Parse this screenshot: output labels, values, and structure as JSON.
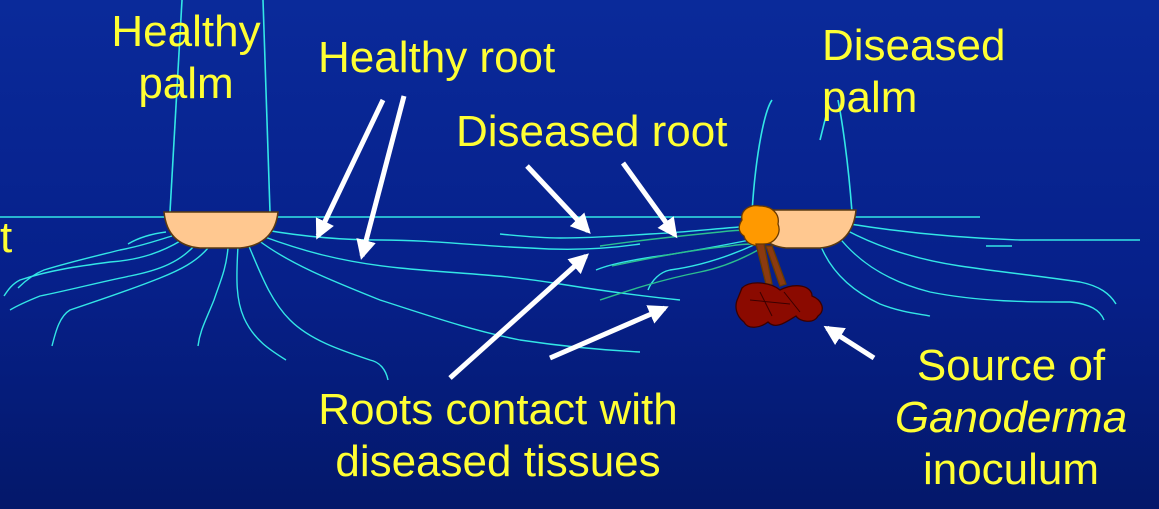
{
  "colors": {
    "background_top": "#0a2a9a",
    "background_bottom": "#04186a",
    "label_text": "#ffff33",
    "root_line": "#33e6e6",
    "palm_base": "#ffc890",
    "infection": "#ff9900",
    "inoculum": "#8b0a00",
    "arrow": "#ffffff"
  },
  "labels": {
    "healthy_palm": [
      "Healthy",
      "palm"
    ],
    "healthy_root": "Healthy root",
    "diseased_palm": [
      "Diseased",
      "palm"
    ],
    "diseased_root": "Diseased root",
    "roots_contact": [
      "Roots contact with",
      "diseased tissues"
    ],
    "source": {
      "line1": "Source of",
      "line2": "Ganoderma",
      "line3": "inoculum"
    },
    "left_edge_fragment": "t"
  },
  "icons": {
    "healthy_palm_base": "palm-base-icon",
    "diseased_palm_base": "palm-base-icon",
    "infection_spot": "infection-spot-icon",
    "inoculum_mass": "inoculum-mass-icon"
  }
}
